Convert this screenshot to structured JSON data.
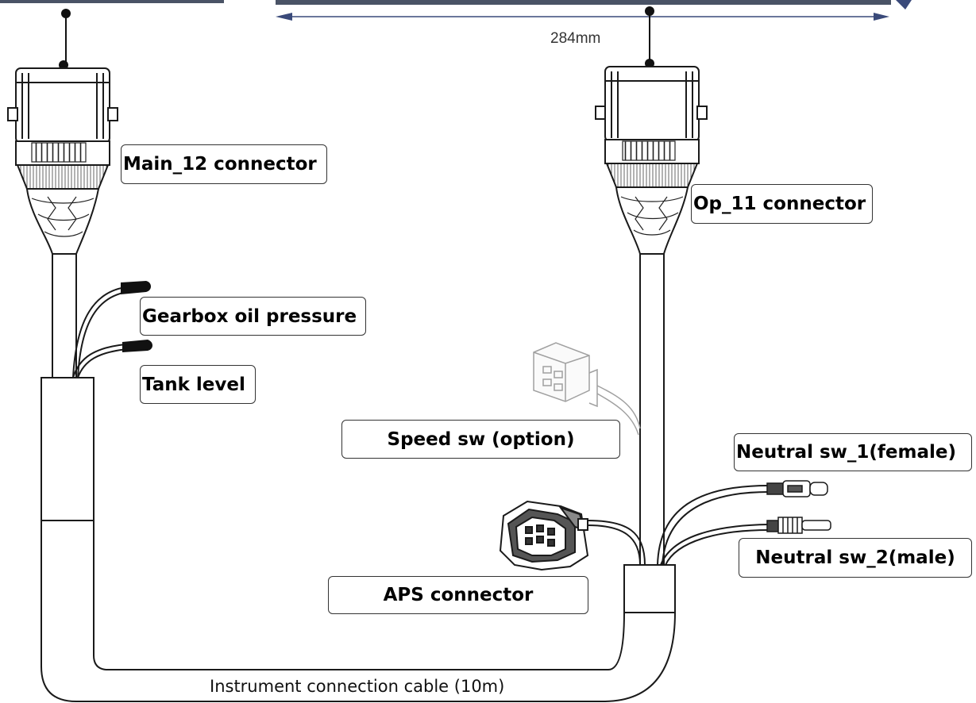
{
  "dimension": {
    "length_label": "284mm"
  },
  "labels": {
    "main_connector": "Main_12 connector",
    "op_connector": "Op_11 connector",
    "gearbox_oil_pressure": "Gearbox oil pressure",
    "tank_level": "Tank level",
    "speed_sw": "Speed sw (option)",
    "neutral_sw_1": "Neutral sw_1(female)",
    "neutral_sw_2": "Neutral sw_2(male)",
    "aps_connector": "APS connector",
    "cable": "Instrument connection cable (10m)"
  },
  "colors": {
    "line": "#1a1a1a",
    "bar": "#4a5366",
    "dimension_arrow": "#3a4a7a",
    "sensor_cap": "#111111",
    "speed_sw_gray": "#a0a0a0"
  }
}
